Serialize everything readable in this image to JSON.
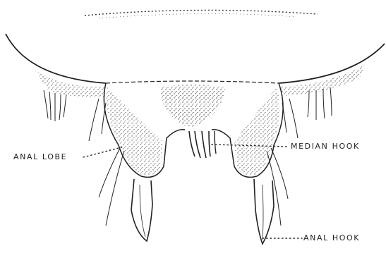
{
  "labels": {
    "anal_lobe": "ANAL LOBE",
    "median_hook": "MEDIAN HOOK",
    "anal_hook": "ANAL HOOK"
  },
  "colors": {
    "ink": "#222222",
    "background": "#ffffff"
  }
}
